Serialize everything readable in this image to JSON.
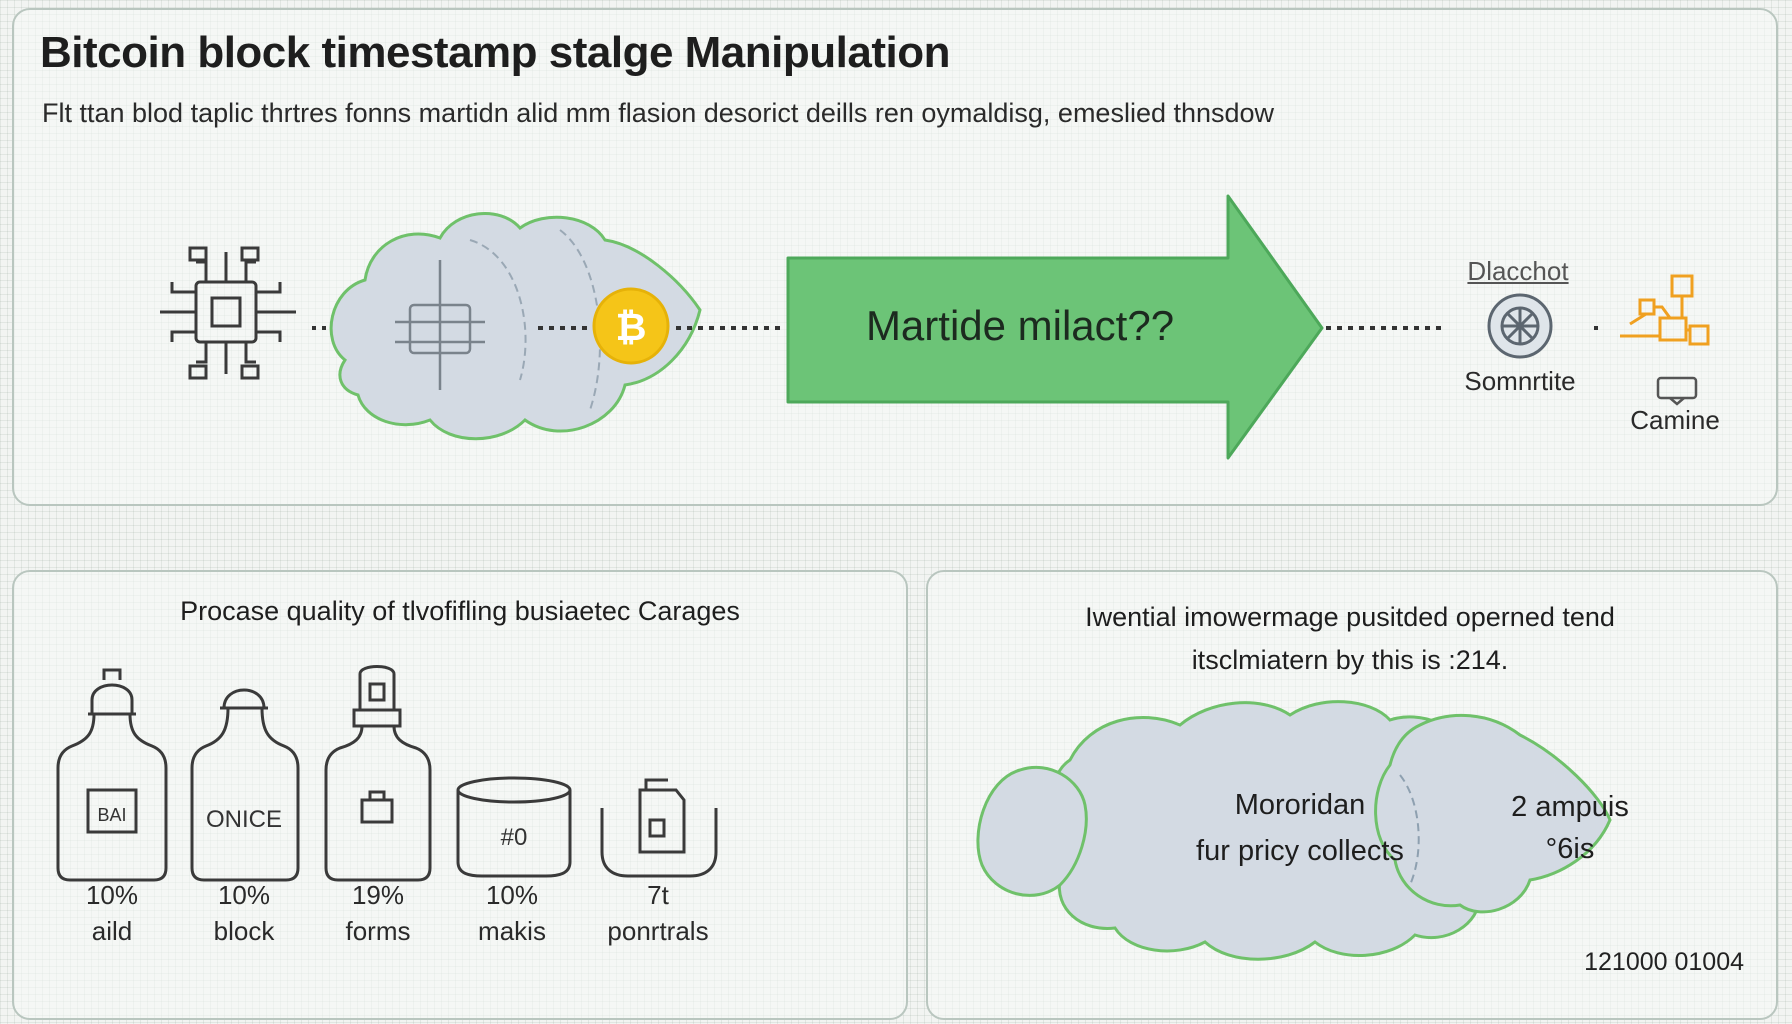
{
  "header": {
    "title": "Bitcoin block timestamp stalge Manipulation",
    "subtitle": "Flt ttan blod taplic thrtres fonns martidn alid mm flasion desorict deills ren oymaldisg, emeslied thnsdow"
  },
  "flow": {
    "arrow_label": "Martide milact??",
    "bitcoin_symbol": "₿",
    "right_title": "Dlacchot",
    "right_sub": "Somnrtite",
    "right_camine": "Camine",
    "icons": [
      "circuit-chip-icon",
      "cloud-chip-icon",
      "bitcoin-coin-icon",
      "globe-node-icon",
      "network-nodes-icon",
      "monitor-icon"
    ],
    "colors": {
      "arrow_fill": "#6cc477",
      "arrow_stroke": "#4da85a",
      "coin": "#f5c518",
      "cloud_fill": "#d3dae3",
      "cloud_stroke": "#6fc16a",
      "network_orange": "#f0a020"
    }
  },
  "left_panel": {
    "heading": "Procase quality of tlvofifling busiaetec Carages",
    "items": [
      {
        "inner": "BAI",
        "pct": "10%",
        "name": "aild",
        "icon": "bottle-helmet-icon"
      },
      {
        "inner": "ONICE",
        "pct": "10%",
        "name": "block",
        "icon": "bottle-dome-icon"
      },
      {
        "inner": "",
        "pct": "19%",
        "name": "forms",
        "icon": "bottle-lamp-icon"
      },
      {
        "inner": "#0",
        "pct": "10%",
        "name": "makis",
        "icon": "container-icon"
      },
      {
        "inner": "",
        "pct": "7t",
        "name": "ponrtrals",
        "icon": "tray-device-icon"
      }
    ]
  },
  "right_panel": {
    "heading_line1": "Iwential imowermage pusitded operned tend",
    "heading_line2": "itsclmiatern by this is :214.",
    "cloud_main_line1": "Mororidan",
    "cloud_main_line2": "fur pricy collects",
    "cloud_side_line1": "2 ampuis",
    "cloud_side_line2": "°6is",
    "footer_code": "121000 01004"
  }
}
